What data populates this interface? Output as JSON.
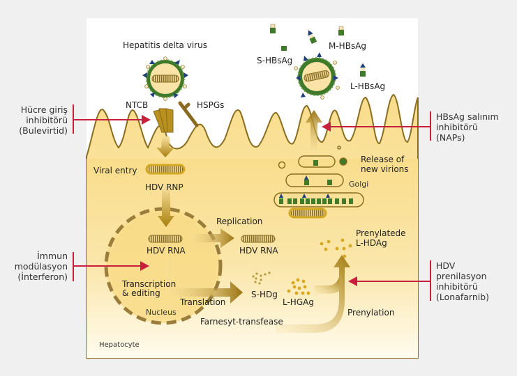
{
  "diagram": {
    "virus_title": "Hepatitis delta virus",
    "receptors": [
      "NTCB",
      "HSPGs"
    ],
    "antigens": [
      "S-HBsAg",
      "M-HBsAg",
      "L-HBsAg"
    ],
    "steps": {
      "viral_entry": "Viral entry",
      "hdv_rnp": "HDV RNP",
      "replication": "Replication",
      "hdv_rna_1": "HDV RNA",
      "hdv_rna_2": "HDV RNA",
      "transcription": [
        "Transcription",
        "& editing"
      ],
      "translation": "Translation",
      "nucleus": "Nucleus",
      "s_hdg": "S-HDg",
      "l_hgag": "L-HGAg",
      "farnesyl": "Farnesyt-transfease",
      "prenylation": "Prenylation",
      "prenylated": [
        "Prenylatede",
        "L-HDAg"
      ],
      "release": [
        "Release of",
        "new virions"
      ],
      "golgi": "Golgi",
      "hepatocyte": "Hepatocyte"
    }
  },
  "inhibitors": [
    {
      "lines": [
        "Hücre giriş",
        "inhibitörü",
        "(Bulevirtid)"
      ]
    },
    {
      "lines": [
        "İmmun",
        "modülasyon",
        "(İnterferon)"
      ]
    },
    {
      "lines": [
        "HBsAg salınım",
        "inhibitörü",
        "(NAPs)"
      ]
    },
    {
      "lines": [
        "HDV",
        "prenilasyon",
        "inhibitörü",
        "(Lonafarnib)"
      ]
    }
  ],
  "colors": {
    "inhibitor": "#c8203c",
    "membrane": "#8a6d1f",
    "cell_fill": "#fbe4a0",
    "envelope": "#3f7a2a",
    "spike": "#1f3f7a"
  }
}
